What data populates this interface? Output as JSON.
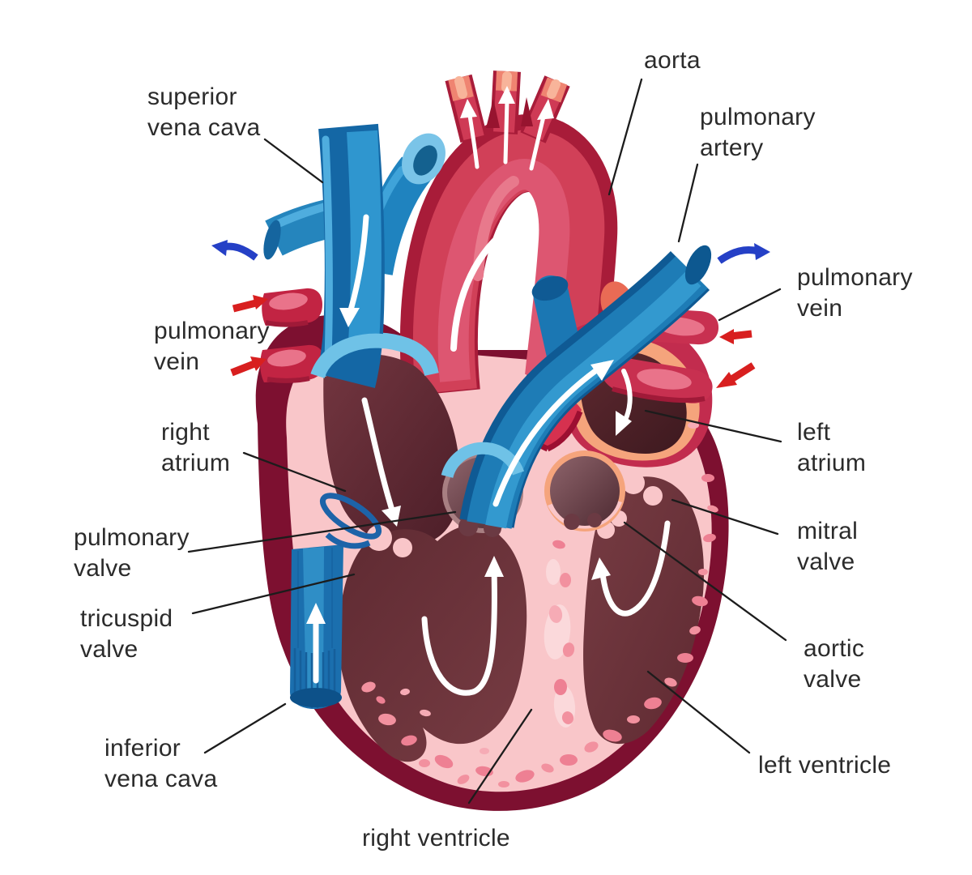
{
  "figure": {
    "kind": "anatomy illustration",
    "subject": "Human heart cross-section with labeled parts and blood-flow arrows"
  },
  "colors": {
    "background": "#ffffff",
    "label_text": "#2b2b2b",
    "leader_line": "#1c1c1c",
    "oxygenated_red": "#d14058",
    "deep_crimson": "#a81c39",
    "heart_wall_maroon": "#7d1030",
    "muscle_pink": "#f9c6c9",
    "speckle_pink": "#f2919f",
    "deoxygenated_blue": "#1f83bf",
    "pale_blue": "#6fc2e7",
    "salmon_rim": "#f5a47c",
    "flow_in_arrow_red": "#d81f1f",
    "flow_out_arrow_blue": "#2540c6",
    "internal_flow_arrow": "#ffffff"
  },
  "labels": [
    {
      "id": "superior-vena-cava",
      "lines": [
        "superior",
        "vena cava"
      ]
    },
    {
      "id": "aorta",
      "lines": [
        "aorta"
      ]
    },
    {
      "id": "pulmonary-artery",
      "lines": [
        "pulmonary",
        "artery"
      ]
    },
    {
      "id": "pulmonary-vein-right",
      "lines": [
        "pulmonary",
        "vein"
      ]
    },
    {
      "id": "pulmonary-vein-left",
      "lines": [
        "pulmonary",
        "vein"
      ]
    },
    {
      "id": "right-atrium",
      "lines": [
        "right",
        "atrium"
      ]
    },
    {
      "id": "left-atrium",
      "lines": [
        "left",
        "atrium"
      ]
    },
    {
      "id": "pulmonary-valve",
      "lines": [
        "pulmonary",
        "valve"
      ]
    },
    {
      "id": "mitral-valve",
      "lines": [
        "mitral",
        "valve"
      ]
    },
    {
      "id": "tricuspid-valve",
      "lines": [
        "tricuspid",
        "valve"
      ]
    },
    {
      "id": "aortic-valve",
      "lines": [
        "aortic",
        "valve"
      ]
    },
    {
      "id": "inferior-vena-cava",
      "lines": [
        "inferior",
        "vena cava"
      ]
    },
    {
      "id": "right-ventricle",
      "lines": [
        "right ventricle"
      ]
    },
    {
      "id": "left-ventricle",
      "lines": [
        "left ventricle"
      ]
    }
  ],
  "flow_arrows": [
    {
      "name": "blue-flow-out-left-arrow",
      "meaning": "deoxygenated blood out (superior vena cava side)",
      "color": "#2540c6"
    },
    {
      "name": "blue-flow-out-right-arrow",
      "meaning": "blood out via pulmonary artery",
      "color": "#2540c6"
    },
    {
      "name": "red-flow-in-left-top-arrow",
      "meaning": "oxygenated blood in via pulmonary vein",
      "color": "#d81f1f"
    },
    {
      "name": "red-flow-in-left-bottom-arrow",
      "meaning": "oxygenated blood in via pulmonary vein",
      "color": "#d81f1f"
    },
    {
      "name": "red-flow-in-right-top-arrow",
      "meaning": "oxygenated blood in via pulmonary vein",
      "color": "#d81f1f"
    },
    {
      "name": "red-flow-in-right-bottom-arrow",
      "meaning": "oxygenated blood in via pulmonary vein",
      "color": "#d81f1f"
    }
  ]
}
